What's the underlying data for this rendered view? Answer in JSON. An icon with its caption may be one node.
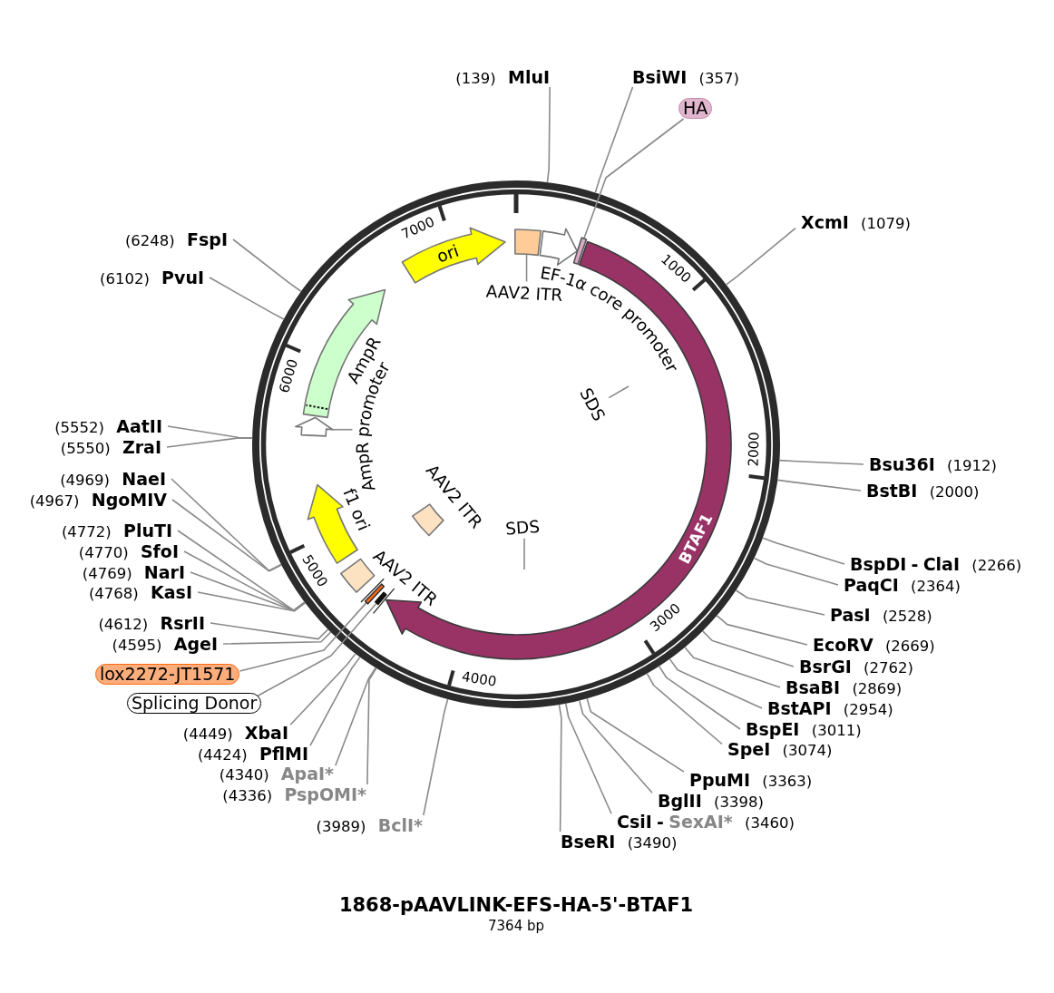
{
  "diagram": {
    "title": "1868-pAAVLINK-EFS-HA-5'-BTAF1",
    "caption": "7364 bp",
    "nodes": [
      {
        "text": [
          "(139)",
          "MluI"
        ]
      },
      {
        "text": [
          "BsiWI",
          "(357)"
        ]
      },
      {
        "text": [
          "HA"
        ]
      },
      {
        "text": [
          "XcmI",
          "(1079)"
        ]
      },
      {
        "text": [
          "Bsu36I",
          "(1912)"
        ]
      },
      {
        "text": [
          "BstBI",
          "(2000)"
        ]
      },
      {
        "text": [
          "BspDI",
          "-",
          "ClaI",
          "(2266)"
        ]
      },
      {
        "text": [
          "PaqCI",
          "(2364)"
        ]
      },
      {
        "text": [
          "PasI",
          "(2528)"
        ]
      },
      {
        "text": [
          "EcoRV",
          "(2669)"
        ]
      },
      {
        "text": [
          "BsrGI",
          "(2762)"
        ]
      },
      {
        "text": [
          "BsaBI",
          "(2869)"
        ]
      },
      {
        "text": [
          "BstAPI",
          "(2954)"
        ]
      },
      {
        "text": [
          "BspEI",
          "(3011)"
        ]
      },
      {
        "text": [
          "SpeI",
          "(3074)"
        ]
      },
      {
        "text": [
          "PpuMI",
          "(3363)"
        ]
      },
      {
        "text": [
          "BglII",
          "(3398)"
        ]
      },
      {
        "text": [
          "CsiI",
          "-",
          "SexAI*",
          "(3460)"
        ]
      },
      {
        "text": [
          "BseRI",
          "(3490)"
        ]
      },
      {
        "text": [
          "(3989)",
          "BclI*"
        ]
      },
      {
        "text": [
          "(4336)",
          "PspOMI*"
        ]
      },
      {
        "text": [
          "(4340)",
          "ApaI*"
        ]
      },
      {
        "text": [
          "(4424)",
          "PflMI"
        ]
      },
      {
        "text": [
          "(4449)",
          "XbaI"
        ]
      },
      {
        "text": [
          "Splicing Donor"
        ]
      },
      {
        "text": [
          "lox2272-JT1571"
        ]
      },
      {
        "text": [
          "(4595)",
          "AgeI"
        ]
      },
      {
        "text": [
          "(4612)",
          "RsrII"
        ]
      },
      {
        "text": [
          "(4768)",
          "KasI"
        ]
      },
      {
        "text": [
          "(4769)",
          "NarI"
        ]
      },
      {
        "text": [
          "(4770)",
          "SfoI"
        ]
      },
      {
        "text": [
          "(4772)",
          "PluTI"
        ]
      },
      {
        "text": [
          "(4967)",
          "NgoMIV"
        ]
      },
      {
        "text": [
          "(4969)",
          "NaeI"
        ]
      },
      {
        "text": [
          "(5550)",
          "ZraI"
        ]
      },
      {
        "text": [
          "(5552)",
          "AatII"
        ]
      },
      {
        "text": [
          "(6102)",
          "PvuI"
        ]
      },
      {
        "text": [
          "(6248)",
          "FspI"
        ]
      },
      {
        "text": [
          "ori"
        ]
      },
      {
        "text": [],
        "shape": "box"
      },
      {
        "text": [
          "AAV2 ITR"
        ]
      },
      {
        "text": [],
        "shape": "arrow",
        "beside": [
          "EF-1α core promoter"
        ]
      },
      {
        "text": [],
        "shape": "bar"
      },
      {
        "text": [
          "BTAF1"
        ]
      },
      {
        "text": [
          "SDS"
        ]
      },
      {
        "text": [
          "SDS"
        ]
      },
      {
        "text": [],
        "shape": "box",
        "beside": [
          "AAV2 ITR"
        ]
      },
      {
        "text": [],
        "shape": "arrow",
        "beside": [
          "AmpR"
        ]
      },
      {
        "text": [],
        "shape": "arrow"
      },
      {
        "text": [
          "AmpR promoter"
        ]
      },
      {
        "text": [],
        "shape": "arrow",
        "beside": [
          "f1 ori"
        ]
      },
      {
        "text": [],
        "shape": "box",
        "beside": [
          "AAV2 ITR"
        ]
      },
      {
        "text": [],
        "shape": "bar"
      },
      {
        "text": [],
        "shape": "bar"
      }
    ],
    "edges": [
      {
        "from": 0,
        "to": null,
        "arrow": "none"
      },
      {
        "from": 1,
        "to": null,
        "arrow": "none"
      },
      {
        "from": 2,
        "to": 42,
        "arrow": "none"
      },
      {
        "from": 3,
        "to": null,
        "arrow": "none"
      },
      {
        "from": 4,
        "to": null,
        "arrow": "none"
      },
      {
        "from": 5,
        "to": null,
        "arrow": "none"
      },
      {
        "from": 6,
        "to": null,
        "arrow": "none"
      },
      {
        "from": 7,
        "to": null,
        "arrow": "none"
      },
      {
        "from": 8,
        "to": null,
        "arrow": "none"
      },
      {
        "from": 9,
        "to": null,
        "arrow": "none"
      },
      {
        "from": 10,
        "to": null,
        "arrow": "none"
      },
      {
        "from": 11,
        "to": null,
        "arrow": "none"
      },
      {
        "from": 12,
        "to": null,
        "arrow": "none"
      },
      {
        "from": 13,
        "to": null,
        "arrow": "none"
      },
      {
        "from": 14,
        "to": null,
        "arrow": "none"
      },
      {
        "from": 15,
        "to": null,
        "arrow": "none"
      },
      {
        "from": 16,
        "to": null,
        "arrow": "none"
      },
      {
        "from": 17,
        "to": null,
        "arrow": "none"
      },
      {
        "from": 18,
        "to": null,
        "arrow": "none"
      },
      {
        "from": 19,
        "to": null,
        "arrow": "none"
      },
      {
        "from": 20,
        "to": null,
        "arrow": "none"
      },
      {
        "from": 21,
        "to": null,
        "arrow": "none"
      },
      {
        "from": 22,
        "to": null,
        "arrow": "none"
      },
      {
        "from": 23,
        "to": null,
        "arrow": "none"
      },
      {
        "from": 24,
        "to": 53,
        "arrow": "none"
      },
      {
        "from": 25,
        "to": 52,
        "arrow": "none"
      },
      {
        "from": 26,
        "to": null,
        "arrow": "none"
      },
      {
        "from": 27,
        "to": null,
        "arrow": "none"
      },
      {
        "from": 28,
        "to": null,
        "arrow": "none"
      },
      {
        "from": 29,
        "to": null,
        "arrow": "none"
      },
      {
        "from": 30,
        "to": null,
        "arrow": "none"
      },
      {
        "from": 31,
        "to": null,
        "arrow": "none"
      },
      {
        "from": 32,
        "to": null,
        "arrow": "none"
      },
      {
        "from": 33,
        "to": null,
        "arrow": "none"
      },
      {
        "from": 34,
        "to": null,
        "arrow": "none"
      },
      {
        "from": 35,
        "to": null,
        "arrow": "none"
      },
      {
        "from": 36,
        "to": null,
        "arrow": "none"
      },
      {
        "from": 37,
        "to": null,
        "arrow": "none"
      },
      {
        "from": 40,
        "to": 39,
        "arrow": "none"
      },
      {
        "from": 49,
        "to": 48,
        "arrow": "none"
      },
      {
        "from": 44,
        "to": null,
        "arrow": "none"
      },
      {
        "from": 45,
        "to": null,
        "arrow": "none"
      }
    ],
    "labels": [
      "1000",
      "2000",
      "3000",
      "4000",
      "5000",
      "6000",
      "7000"
    ]
  }
}
